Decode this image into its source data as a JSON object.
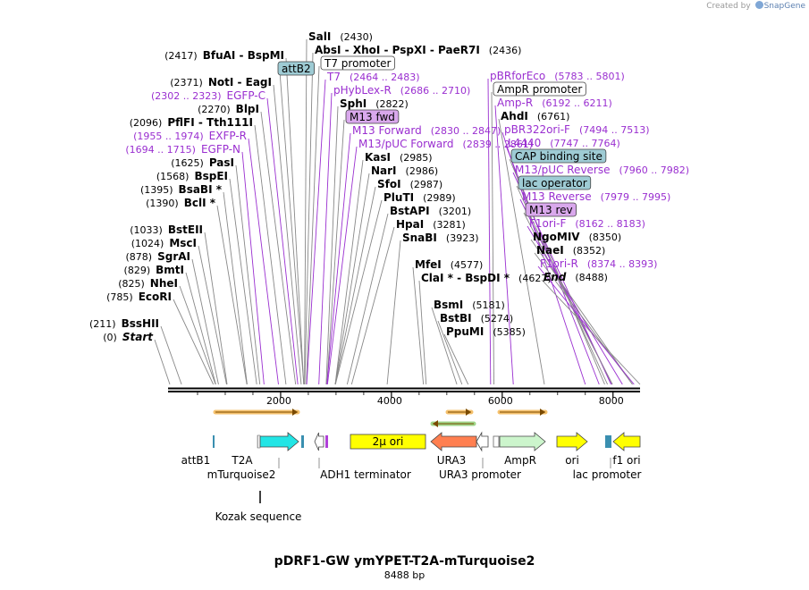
{
  "credit": {
    "prefix": "Created by",
    "brand": "SnapGene"
  },
  "title": "pDRF1-GW ymYPET-T2A-mTurquoise2",
  "size_label": "8488 bp",
  "total_bp": 8488,
  "scale": {
    "ticks": [
      "2000",
      "4000",
      "6000",
      "8000"
    ],
    "tick_bp": [
      2000,
      4000,
      6000,
      8000
    ]
  },
  "colors": {
    "enzyme": "#000000",
    "primer": "#9a2fd0",
    "leader": "#888888",
    "primer_leader": "#9a2fd0",
    "orange_arrow": "#f0a020",
    "green_arrow": "#2a8a2a"
  },
  "labels": [
    {
      "text": "SalI",
      "loc": "(2430)",
      "kind": "enzyme",
      "bp": 2430,
      "row": 0,
      "col": 0
    },
    {
      "text": "AbsI  -  XhoI  -  PspXI  -  PaeR7I",
      "loc": "(2436)",
      "kind": "enzyme",
      "bp": 2436,
      "row": 1,
      "col": 0
    },
    {
      "text": "BfuAI  -  BspMI",
      "loc": "(2417)",
      "kind": "enzyme",
      "bp": 2417,
      "row": 1,
      "col": 1
    },
    {
      "text": "attB2",
      "loc": "",
      "kind": "feature",
      "bp": 2418,
      "row": 2,
      "col": 1,
      "fill": "#9ecbd4"
    },
    {
      "text": "T7 promoter",
      "loc": "",
      "kind": "feature",
      "bp": 2464,
      "row": 2,
      "col": 0,
      "fill": "#ffffff"
    },
    {
      "text": "NotI  -  EagI",
      "loc": "(2371)",
      "kind": "enzyme",
      "bp": 2371,
      "row": 3,
      "col": 1
    },
    {
      "text": "T7",
      "loc": "(2464 .. 2483)",
      "kind": "primer",
      "bp": 2470,
      "row": 3,
      "col": 0
    },
    {
      "text": "pHybLex-R",
      "loc": "(2686 .. 2710)",
      "kind": "primer",
      "bp": 2690,
      "row": 4,
      "col": 0
    },
    {
      "text": "EGFP-C",
      "loc": "(2302 .. 2323)",
      "kind": "primer",
      "bp": 2310,
      "row": 4,
      "col": 1
    },
    {
      "text": "SphI",
      "loc": "(2822)",
      "kind": "enzyme",
      "bp": 2822,
      "row": 5,
      "col": 0
    },
    {
      "text": "BlpI",
      "loc": "(2270)",
      "kind": "enzyme",
      "bp": 2270,
      "row": 5,
      "col": 1
    },
    {
      "text": "PflFI  -  Tth111I",
      "loc": "(2096)",
      "kind": "enzyme",
      "bp": 2096,
      "row": 6,
      "col": 1
    },
    {
      "text": "M13 fwd",
      "loc": "",
      "kind": "feature",
      "bp": 2835,
      "row": 6,
      "col": 0,
      "fill": "#d9a8ec"
    },
    {
      "text": "M13 Forward",
      "loc": "(2830 .. 2847)",
      "kind": "primer",
      "bp": 2835,
      "row": 7,
      "col": 0
    },
    {
      "text": "EXFP-R",
      "loc": "(1955 .. 1974)",
      "kind": "primer",
      "bp": 1960,
      "row": 7,
      "col": 1
    },
    {
      "text": "M13/pUC Forward",
      "loc": "(2839 .. 2861)",
      "kind": "primer",
      "bp": 2845,
      "row": 8,
      "col": 0
    },
    {
      "text": "EGFP-N",
      "loc": "(1694 .. 1715)",
      "kind": "primer",
      "bp": 1700,
      "row": 8,
      "col": 1
    },
    {
      "text": "KasI",
      "loc": "(2985)",
      "kind": "enzyme",
      "bp": 2985,
      "row": 9,
      "col": 0
    },
    {
      "text": "PasI",
      "loc": "(1625)",
      "kind": "enzyme",
      "bp": 1625,
      "row": 9,
      "col": 1
    },
    {
      "text": "NarI",
      "loc": "(2986)",
      "kind": "enzyme",
      "bp": 2986,
      "row": 10,
      "col": 0
    },
    {
      "text": "BspEI",
      "loc": "(1568)",
      "kind": "enzyme",
      "bp": 1568,
      "row": 10,
      "col": 1
    },
    {
      "text": "SfoI",
      "loc": "(2987)",
      "kind": "enzyme",
      "bp": 2987,
      "row": 11,
      "col": 0
    },
    {
      "text": "BsaBI *",
      "loc": "(1395)",
      "kind": "enzyme",
      "bp": 1395,
      "row": 11,
      "col": 1
    },
    {
      "text": "PluTI",
      "loc": "(2989)",
      "kind": "enzyme",
      "bp": 2989,
      "row": 12,
      "col": 0
    },
    {
      "text": "BclI *",
      "loc": "(1390)",
      "kind": "enzyme",
      "bp": 1390,
      "row": 12,
      "col": 1
    },
    {
      "text": "BstAPI",
      "loc": "(3201)",
      "kind": "enzyme",
      "bp": 3201,
      "row": 13,
      "col": 0
    },
    {
      "text": "HpaI",
      "loc": "(3281)",
      "kind": "enzyme",
      "bp": 3281,
      "row": 14,
      "col": 0
    },
    {
      "text": "BstEII",
      "loc": "(1033)",
      "kind": "enzyme",
      "bp": 1033,
      "row": 14,
      "col": 1
    },
    {
      "text": "SnaBI",
      "loc": "(3923)",
      "kind": "enzyme",
      "bp": 3923,
      "row": 15,
      "col": 0
    },
    {
      "text": "MscI",
      "loc": "(1024)",
      "kind": "enzyme",
      "bp": 1024,
      "row": 15,
      "col": 1
    },
    {
      "text": "SgrAI",
      "loc": "(878)",
      "kind": "enzyme",
      "bp": 878,
      "row": 16,
      "col": 1
    },
    {
      "text": "MfeI",
      "loc": "(4577)",
      "kind": "enzyme",
      "bp": 4577,
      "row": 17,
      "col": 0
    },
    {
      "text": "BmtI",
      "loc": "(829)",
      "kind": "enzyme",
      "bp": 829,
      "row": 17,
      "col": 1
    },
    {
      "text": "ClaI *  -  BspDI *",
      "loc": "(4627)",
      "kind": "enzyme",
      "bp": 4627,
      "row": 18,
      "col": 0
    },
    {
      "text": "NheI",
      "loc": "(825)",
      "kind": "enzyme",
      "bp": 825,
      "row": 18,
      "col": 1
    },
    {
      "text": "EcoRI",
      "loc": "(785)",
      "kind": "enzyme",
      "bp": 785,
      "row": 19,
      "col": 1
    },
    {
      "text": "BsmI",
      "loc": "(5181)",
      "kind": "enzyme",
      "bp": 5181,
      "row": 20,
      "col": 0
    },
    {
      "text": "BssHII",
      "loc": "(211)",
      "kind": "enzyme",
      "bp": 211,
      "row": 21,
      "col": 1
    },
    {
      "text": "BstBI",
      "loc": "(5274)",
      "kind": "enzyme",
      "bp": 5274,
      "row": 21,
      "col": 0
    },
    {
      "text": "PpuMI",
      "loc": "(5385)",
      "kind": "enzyme",
      "bp": 5385,
      "row": 22,
      "col": 0
    },
    {
      "text": "Start",
      "loc": "(0)",
      "kind": "end",
      "bp": 0,
      "row": 22,
      "col": 1
    },
    {
      "text": "pBRforEco",
      "loc": "(5783 .. 5801)",
      "kind": "primer",
      "bp": 5790,
      "row": 23,
      "col": 0
    },
    {
      "text": "AmpR promoter",
      "loc": "",
      "kind": "feature",
      "bp": 5850,
      "row": 24,
      "col": 0,
      "fill": "#ffffff"
    },
    {
      "text": "Amp-R",
      "loc": "(6192 .. 6211)",
      "kind": "primer",
      "bp": 6200,
      "row": 25,
      "col": 0
    },
    {
      "text": "AhdI",
      "loc": "(6761)",
      "kind": "enzyme",
      "bp": 6761,
      "row": 26,
      "col": 0
    },
    {
      "text": "pBR322ori-F",
      "loc": "(7494 .. 7513)",
      "kind": "primer",
      "bp": 7500,
      "row": 27,
      "col": 0
    },
    {
      "text": "L4440",
      "loc": "(7747 .. 7764)",
      "kind": "primer",
      "bp": 7750,
      "row": 28,
      "col": 0
    },
    {
      "text": "CAP binding site",
      "loc": "",
      "kind": "feature",
      "bp": 7850,
      "row": 29,
      "col": 0,
      "fill": "#9ecbd4"
    },
    {
      "text": "M13/pUC Reverse",
      "loc": "(7960 .. 7982)",
      "kind": "primer",
      "bp": 7965,
      "row": 30,
      "col": 0
    },
    {
      "text": "lac operator",
      "loc": "",
      "kind": "feature",
      "bp": 7900,
      "row": 31,
      "col": 0,
      "fill": "#9ecbd4"
    },
    {
      "text": "M13 Reverse",
      "loc": "(7979 .. 7995)",
      "kind": "primer",
      "bp": 7985,
      "row": 32,
      "col": 0
    },
    {
      "text": "M13 rev",
      "loc": "",
      "kind": "feature",
      "bp": 7990,
      "row": 33,
      "col": 0,
      "fill": "#d9a8ec"
    },
    {
      "text": "F1ori-F",
      "loc": "(8162 .. 8183)",
      "kind": "primer",
      "bp": 8170,
      "row": 34,
      "col": 0
    },
    {
      "text": "NgoMIV",
      "loc": "(8350)",
      "kind": "enzyme",
      "bp": 8350,
      "row": 35,
      "col": 0
    },
    {
      "text": "NaeI",
      "loc": "(8352)",
      "kind": "enzyme",
      "bp": 8352,
      "row": 36,
      "col": 0
    },
    {
      "text": "F1ori-R",
      "loc": "(8374 .. 8393)",
      "kind": "primer",
      "bp": 8380,
      "row": 37,
      "col": 0
    },
    {
      "text": "End",
      "loc": "(8488)",
      "kind": "end",
      "bp": 8488,
      "row": 38,
      "col": 0
    }
  ],
  "features": [
    {
      "name": "attB1",
      "shape": "tick",
      "start": 1640,
      "end": 1660,
      "fill": "#3a8fb0"
    },
    {
      "name": "T2A",
      "shape": "hatched",
      "start": 2150,
      "end": 2210,
      "fill": "#ffffff"
    },
    {
      "name": "mTurquoise2",
      "shape": "arrow-right",
      "start": 2210,
      "end": 2930,
      "fill": "#22e5e5"
    },
    {
      "name": "attB2-mark",
      "shape": "tick",
      "start": 3030,
      "end": 3050,
      "fill": "#3a8fb0"
    },
    {
      "name": "M13fwd-mark",
      "shape": "tick",
      "start": 3120,
      "end": 3140,
      "fill": "#b040d8"
    },
    {
      "name": "ADH1 terminator",
      "shape": "arrow-left-outline",
      "start": 3520,
      "end": 3720,
      "fill": "#ffffff"
    },
    {
      "name": "2μ ori",
      "shape": "box",
      "start": 4350,
      "end": 5530,
      "fill": "#ffff00"
    },
    {
      "name": "URA3",
      "shape": "arrow-left",
      "start": 5470,
      "end": 6270,
      "fill": "#ff7f50"
    },
    {
      "name": "URA3 promoter",
      "shape": "arrow-left-outline",
      "start": 6270,
      "end": 6480,
      "fill": "#ffffff"
    },
    {
      "name": "AmpR-prom-box",
      "shape": "box-outline",
      "start": 6600,
      "end": 6700,
      "fill": "#ffffff"
    },
    {
      "name": "AmpR",
      "shape": "arrow-right",
      "start": 6740,
      "end": 7700,
      "fill": "#ccf5cc"
    },
    {
      "name": "ori",
      "shape": "arrow-right",
      "start": 7820,
      "end": 8420,
      "fill": "#ffff00"
    },
    {
      "name": "lac-mark",
      "shape": "tick",
      "start": 8470,
      "end": 8520,
      "fill": "#3a8fb0"
    },
    {
      "name": "f1 ori",
      "shape": "arrow-left",
      "start": 8480,
      "end": 8488,
      "fill": "#ffff00"
    }
  ],
  "feature_labels": [
    {
      "text": "attB1",
      "row": 0,
      "bp": 1640
    },
    {
      "text": "T2A",
      "row": 0,
      "bp": 2170
    },
    {
      "text": "URA3",
      "row": 0,
      "bp": 5880
    },
    {
      "text": "AmpR",
      "row": 0,
      "bp": 7200
    },
    {
      "text": "ori",
      "row": 0,
      "bp": 8130
    },
    {
      "text": "f1 ori",
      "row": 0,
      "bp": 8486
    },
    {
      "text": "mTurquoise2",
      "row": 1,
      "bp": 2450
    },
    {
      "text": "ADH1 terminator",
      "row": 1,
      "bp": 3620
    },
    {
      "text": "URA3 promoter",
      "row": 1,
      "bp": 6380
    },
    {
      "text": "lac promoter",
      "row": 1,
      "bp": 8488
    },
    {
      "text": "Kozak sequence",
      "row": 2,
      "bp": 2210
    }
  ]
}
